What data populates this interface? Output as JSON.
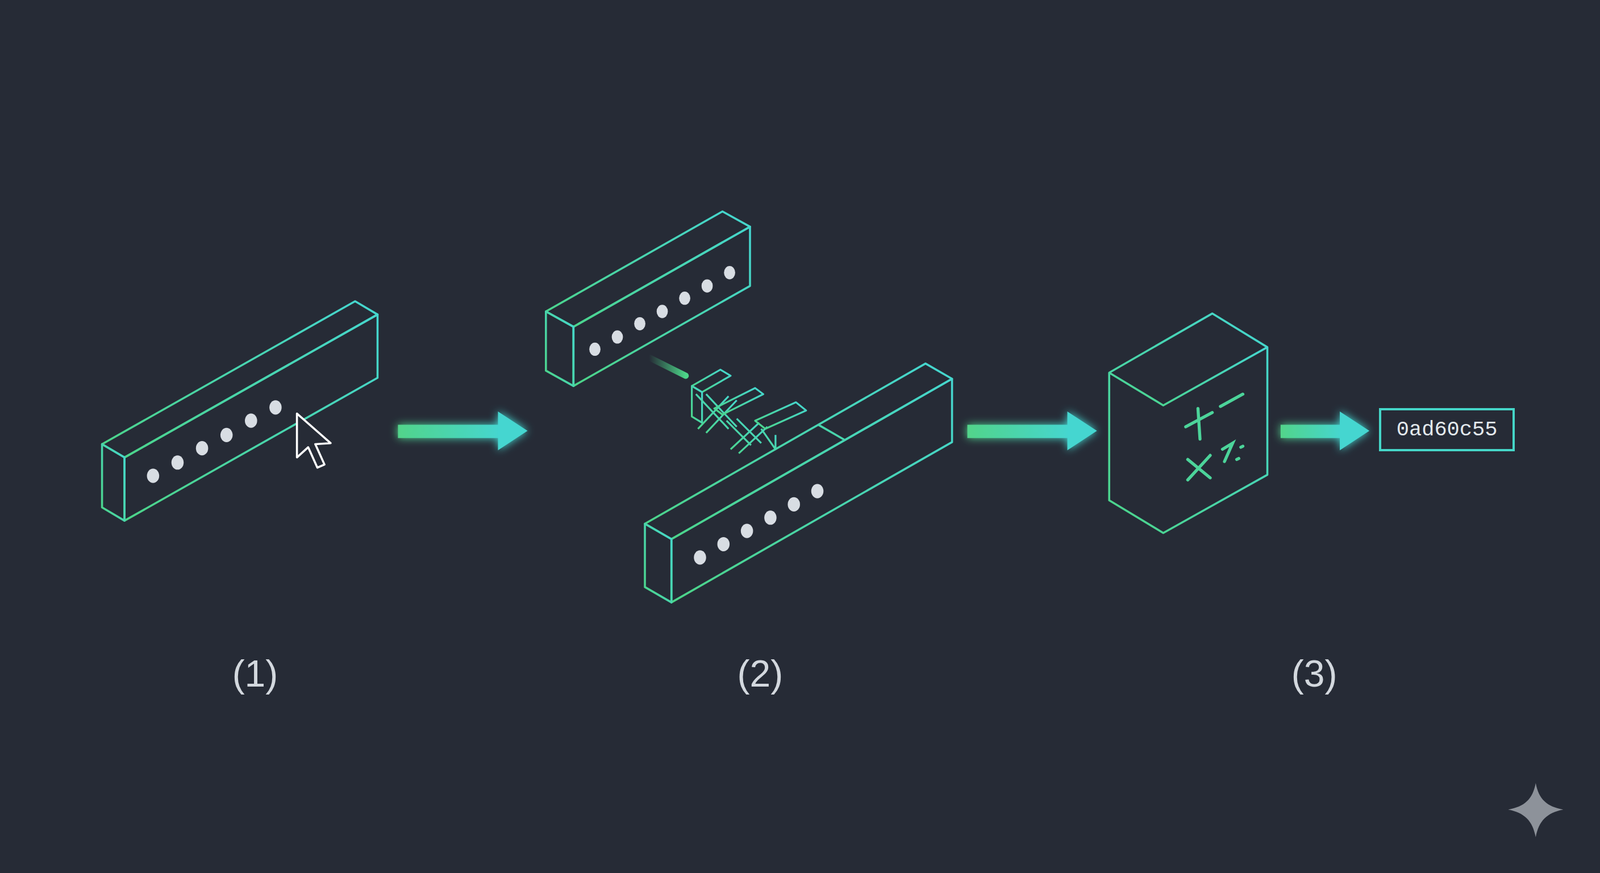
{
  "diagram": {
    "nodes": [
      {
        "text": [
          "0ad60c55"
        ]
      }
    ],
    "labels": [
      "(1)",
      "(2)",
      "(3)"
    ]
  }
}
